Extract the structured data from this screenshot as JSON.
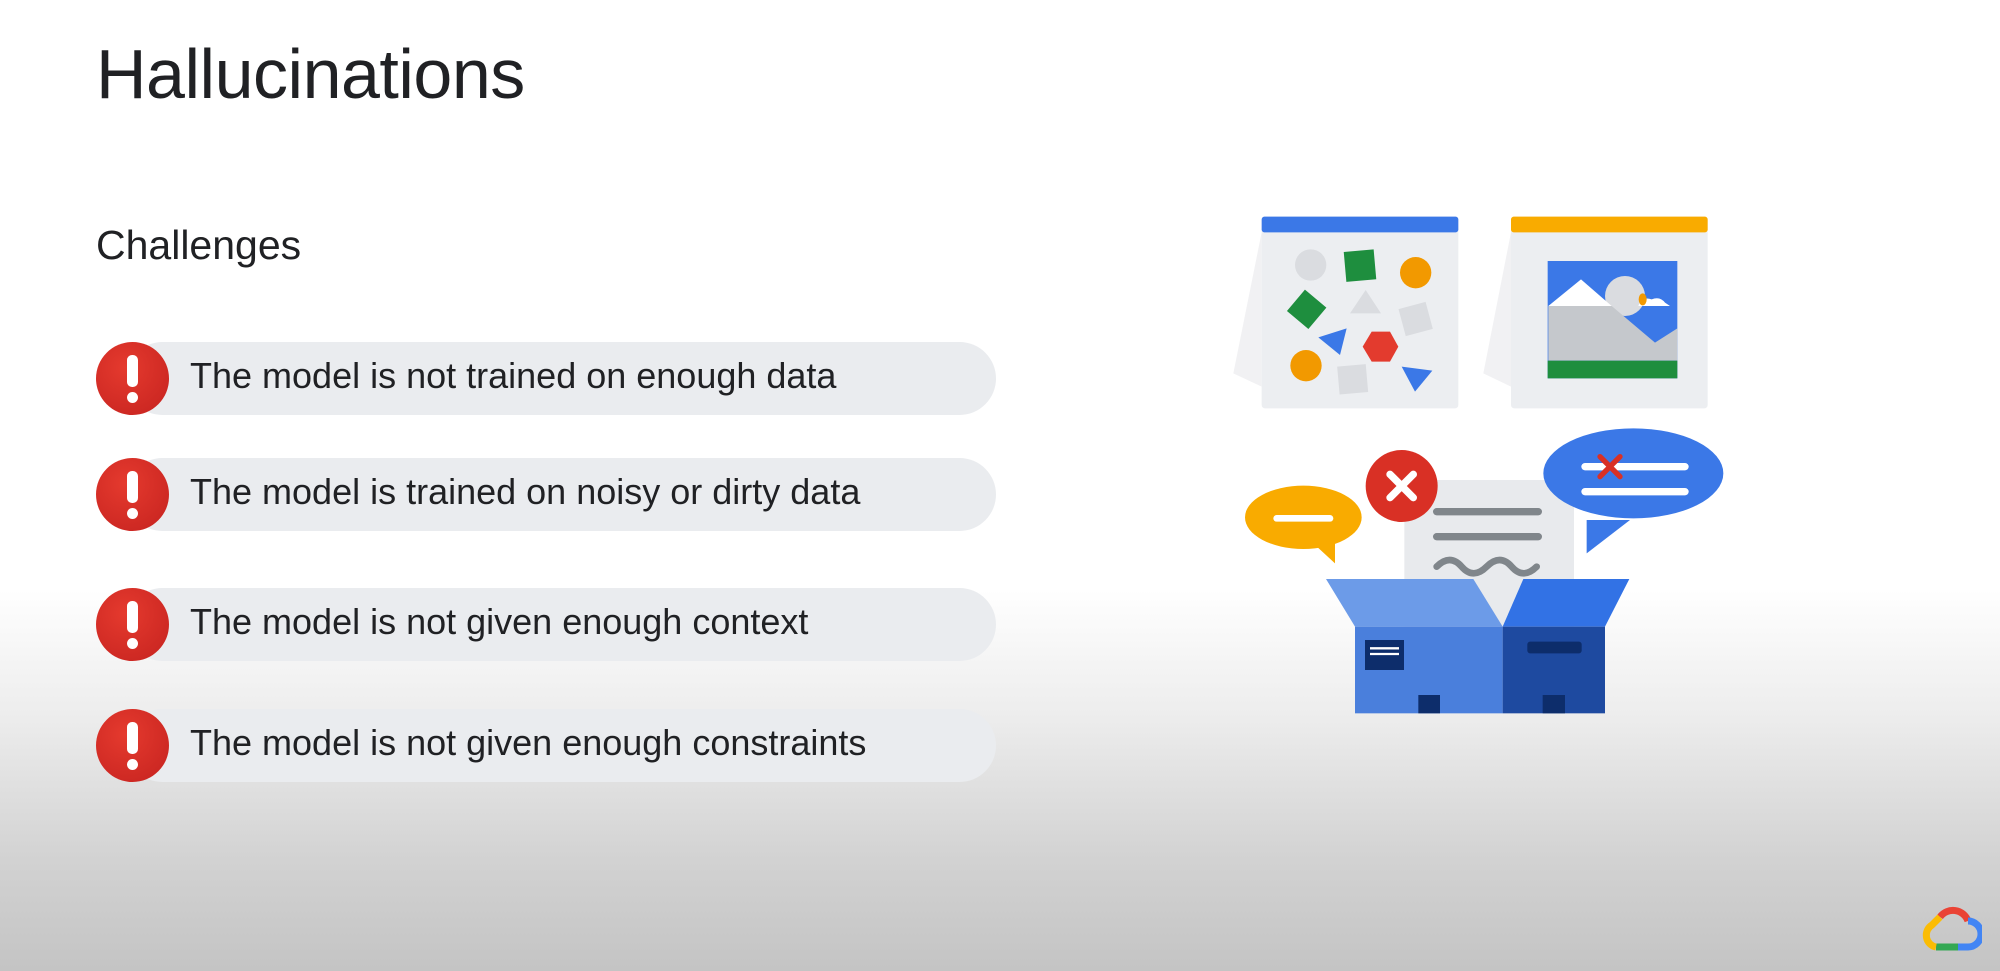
{
  "slide": {
    "title": "Hallucinations",
    "subtitle": "Challenges",
    "challenges": [
      {
        "text": "The model is not trained on enough data",
        "icon": "exclamation-icon"
      },
      {
        "text": "The model is trained on noisy or dirty data",
        "icon": "exclamation-icon"
      },
      {
        "text": "The model is not given enough context",
        "icon": "exclamation-icon"
      },
      {
        "text": "The model is not given enough constraints",
        "icon": "exclamation-icon"
      }
    ]
  },
  "colors": {
    "alert_red": "#d93025",
    "blue": "#3b78e7",
    "yellow": "#f9ab00",
    "green": "#1e8e3e",
    "pill_bg": "#eaecef"
  },
  "branding": {
    "logo": "google-cloud-logo"
  }
}
